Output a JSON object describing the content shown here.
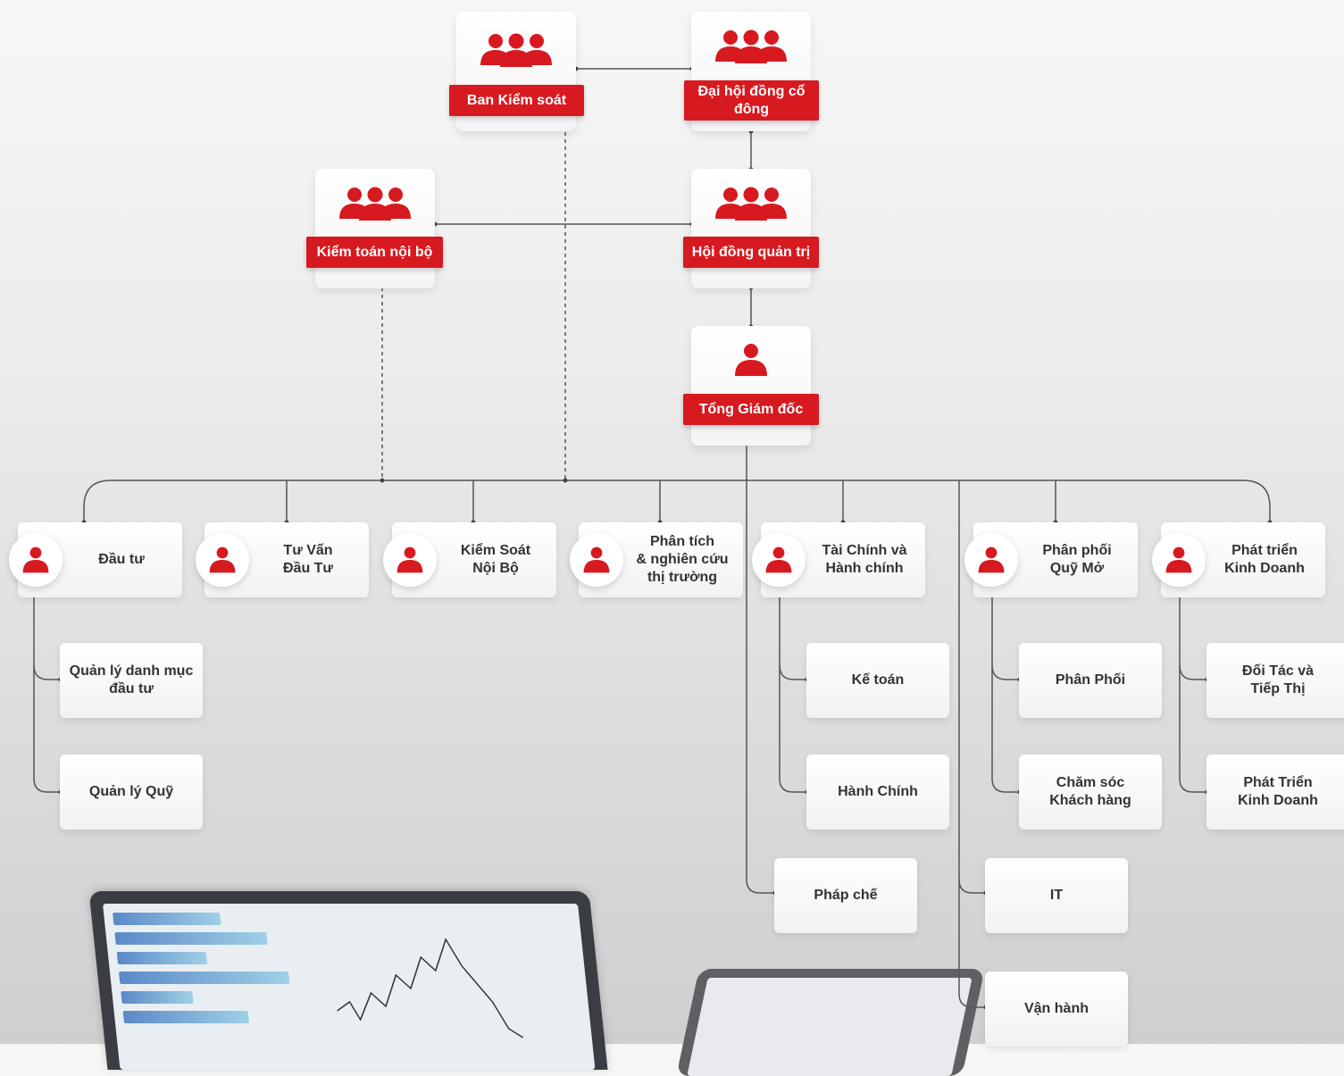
{
  "colors": {
    "accent": "#d71920",
    "line": "#555555"
  },
  "top": {
    "supervisory_board": "Ban Kiểm soát",
    "shareholders": "Đại hội đồng cổ đông",
    "internal_audit": "Kiểm toán nội bộ",
    "board_of_directors": "Hội đồng quản trị",
    "ceo": "Tổng Giám đốc"
  },
  "departments": [
    {
      "label": "Đầu tư"
    },
    {
      "label": "Tư Vấn\nĐầu Tư"
    },
    {
      "label": "Kiểm Soát\nNội Bộ"
    },
    {
      "label": "Phân tích\n& nghiên cứu\nthị trường"
    },
    {
      "label": "Tài Chính và\nHành chính"
    },
    {
      "label": "Phân phối\nQuỹ Mở"
    },
    {
      "label": "Phát triển\nKinh Doanh"
    }
  ],
  "subunits": {
    "investment": [
      "Quản lý danh mục\nđầu tư",
      "Quản lý Quỹ"
    ],
    "finance_admin": [
      "Kế toán",
      "Hành Chính"
    ],
    "open_fund": [
      "Phân Phối",
      "Chăm sóc\nKhách hàng"
    ],
    "business_dev": [
      "Đối Tác và\nTiếp Thị",
      "Phát Triển\nKinh Doanh"
    ],
    "legal": "Pháp chế",
    "it": "IT",
    "operations": "Vận hành"
  }
}
